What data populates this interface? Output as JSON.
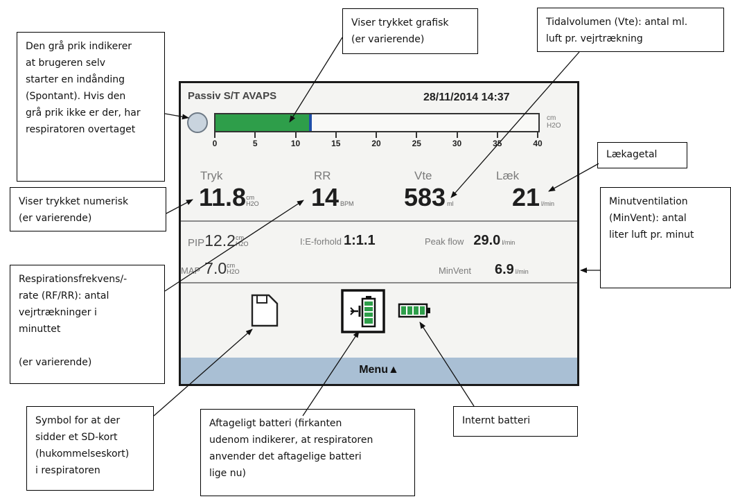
{
  "callouts": {
    "gray_dot": [
      "Den grå prik indikerer",
      "at brugeren selv",
      "starter en indånding",
      "(Spontant). Hvis den",
      "grå prik ikke er der, har",
      "respiratoren overtaget"
    ],
    "pressure_graphic": [
      "Viser trykket grafisk",
      "(er varierende)"
    ],
    "tidal_volume": [
      "Tidalvolumen (Vte): antal ml.",
      "luft pr. vejrtrækning"
    ],
    "leak": [
      "Lækagetal"
    ],
    "pressure_numeric": [
      "Viser trykket numerisk",
      "(er varierende)"
    ],
    "minute_ventilation": [
      "Minutventilation",
      "(MinVent): antal",
      "liter luft pr. minut"
    ],
    "resp_rate": [
      "Respirationsfrekvens/-",
      "rate (RF/RR): antal",
      "vejrtrækninger i",
      "minuttet",
      "",
      "(er varierende)"
    ],
    "sd_card": [
      "Symbol for at der",
      "sidder et SD-kort",
      "(hukommelseskort)",
      "i respiratoren"
    ],
    "removable_battery": [
      "Aftageligt batteri (firkanten",
      "udenom indikerer, at respiratoren",
      "anvender det aftagelige batteri",
      "lige nu)"
    ],
    "internal_battery": [
      "Internt batteri"
    ]
  },
  "screen": {
    "mode": "Passiv S/T AVAPS",
    "datetime": "28/11/2014 14:37",
    "bar_unit_top": "cm",
    "bar_unit_bottom": "H2O",
    "pressure_fraction": 0.295,
    "bar_fill_color": "#2e9e4a",
    "bar_marker_color": "#1f4fa8",
    "scale_labels": [
      "0",
      "5",
      "10",
      "15",
      "20",
      "25",
      "30",
      "35",
      "40"
    ],
    "tryk_label": "Tryk",
    "tryk_value": "11.8",
    "rr_label": "RR",
    "rr_value": "14",
    "rr_unit": "BPM",
    "vte_label": "Vte",
    "vte_value": "583",
    "vte_unit": "ml",
    "leak_label": "Læk",
    "leak_value": "21",
    "leak_unit": "l/min",
    "pip_label": "PIP",
    "pip_value": "12.2",
    "ie_label": "I:E-forhold",
    "ie_value": "1:1.1",
    "peak_label": "Peak flow",
    "peak_value": "29.0",
    "peak_unit": "l/min",
    "map_label": "MAP",
    "map_value": "7.0",
    "minvent_label": "MinVent",
    "minvent_value": "6.9",
    "minvent_unit": "l/min",
    "unit_cm": "cm",
    "unit_h2o": "H2O",
    "menu_label": "Menu▲",
    "sd_icon": "sd-card-icon",
    "removable_battery_icon": "removable-battery-icon",
    "internal_battery_icon": "internal-battery-icon"
  }
}
